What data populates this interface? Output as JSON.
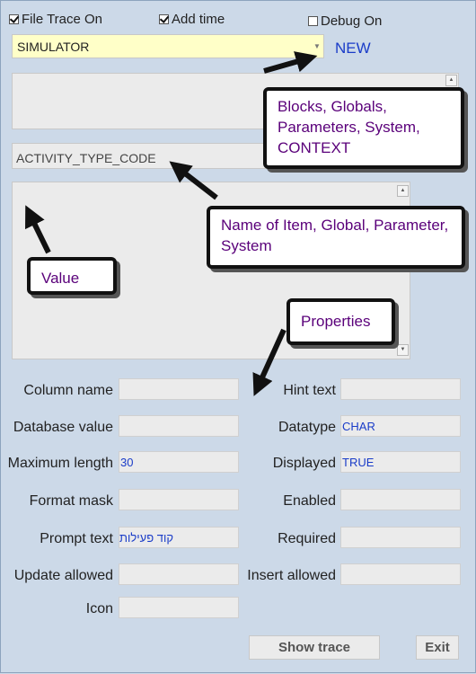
{
  "checkboxes": {
    "file_trace": {
      "label": "File Trace On",
      "checked": true
    },
    "add_time": {
      "label": "Add time",
      "checked": true
    },
    "debug": {
      "label": "Debug On",
      "checked": false
    }
  },
  "combo": {
    "value": "SIMULATOR"
  },
  "new_link": "NEW",
  "item_name": "ACTIVITY_TYPE_CODE",
  "properties": {
    "column_name": {
      "label": "Column name",
      "value": ""
    },
    "hint_text": {
      "label": "Hint text",
      "value": ""
    },
    "database_value": {
      "label": "Database value",
      "value": ""
    },
    "datatype": {
      "label": "Datatype",
      "value": "CHAR"
    },
    "maximum_length": {
      "label": "Maximum length",
      "value": "30"
    },
    "displayed": {
      "label": "Displayed",
      "value": "TRUE"
    },
    "format_mask": {
      "label": "Format mask",
      "value": ""
    },
    "enabled": {
      "label": "Enabled",
      "value": ""
    },
    "prompt_text": {
      "label": "Prompt text",
      "value": "קוד פעילות"
    },
    "required": {
      "label": "Required",
      "value": ""
    },
    "update_allowed": {
      "label": "Update allowed",
      "value": ""
    },
    "insert_allowed": {
      "label": "Insert allowed",
      "value": ""
    },
    "icon": {
      "label": "Icon",
      "value": ""
    }
  },
  "buttons": {
    "show_trace": "Show trace",
    "exit": "Exit"
  },
  "callouts": {
    "blocks": "Blocks, Globals, Parameters, System, CONTEXT",
    "name": "Name of Item, Global, Parameter, System",
    "value": "Value",
    "properties": "Properties"
  },
  "colors": {
    "combo_bg": "#ffffc8",
    "link": "#1a3cc8",
    "callout_text": "#5a007a",
    "window_bg": "#ccd9e8"
  }
}
